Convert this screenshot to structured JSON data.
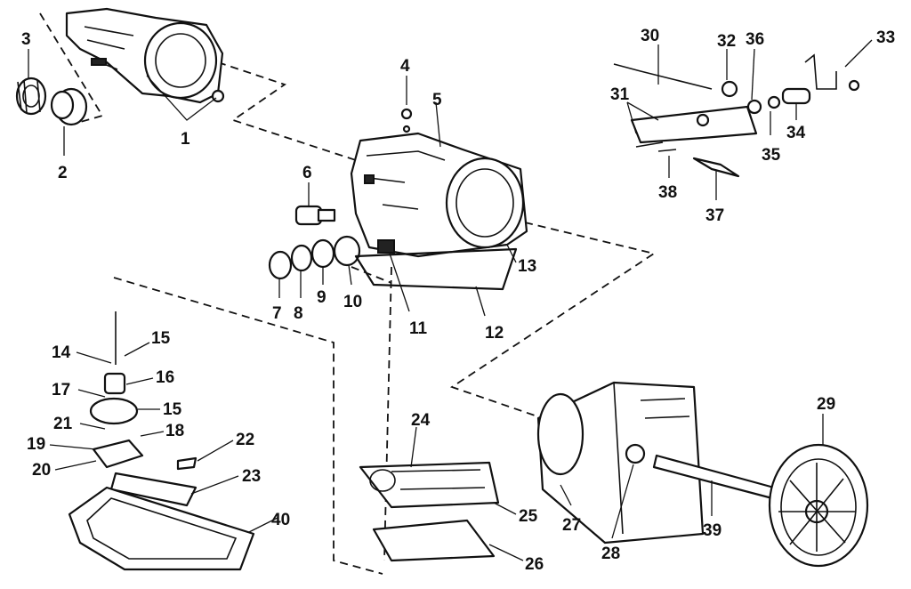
{
  "labels": [
    "1",
    "2",
    "3",
    "4",
    "5",
    "6",
    "7",
    "8",
    "9",
    "10",
    "11",
    "12",
    "13",
    "14",
    "15",
    "15",
    "16",
    "17",
    "18",
    "19",
    "20",
    "21",
    "22",
    "23",
    "24",
    "25",
    "26",
    "27",
    "28",
    "29",
    "30",
    "31",
    "32",
    "33",
    "34",
    "35",
    "36",
    "37",
    "38",
    "39",
    "40"
  ],
  "colors": {
    "ink": "#111111",
    "paper": "#ffffff"
  }
}
